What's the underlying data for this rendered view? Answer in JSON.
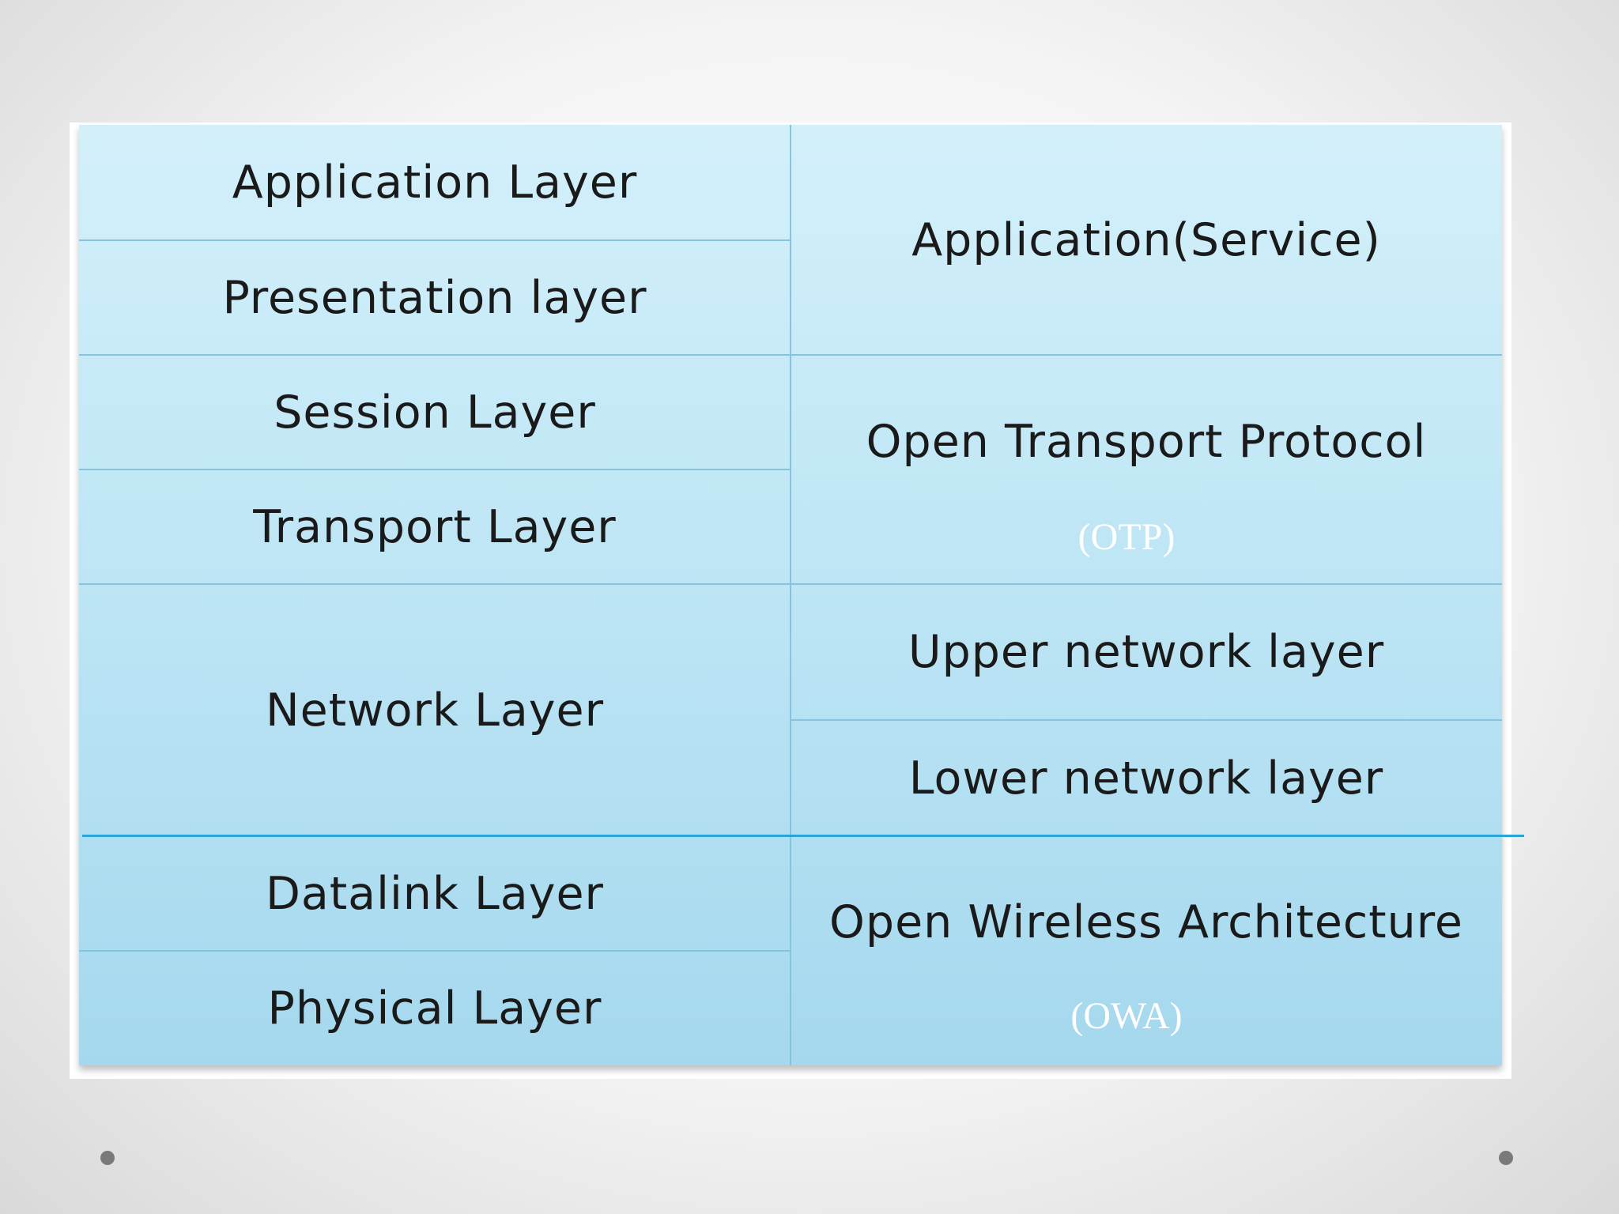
{
  "left_layers": [
    "Application Layer",
    "Presentation layer",
    "Session Layer",
    "Transport Layer",
    "Network Layer",
    "Datalink Layer",
    "Physical Layer"
  ],
  "right_groups": {
    "application_service": "Application(Service)",
    "otp": {
      "name": "Open Transport Protocol",
      "abbr": "(OTP)"
    },
    "upper_network": "Upper network layer",
    "lower_network": "Lower network layer",
    "owa": {
      "name": "Open Wireless Architecture",
      "abbr": "(OWA)"
    }
  },
  "colors": {
    "table_top": "#d3f0fa",
    "table_bottom": "#a5d8ee",
    "grid_line": "#86c3dc",
    "accent_line": "#2aa3d6",
    "abbr_text": "#ffffff"
  }
}
